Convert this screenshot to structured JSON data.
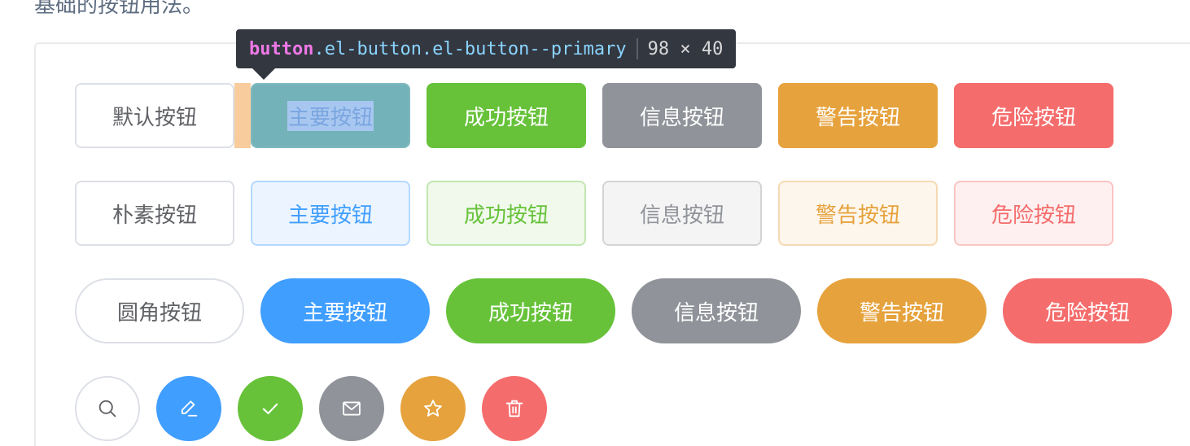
{
  "intro_text": "基础的按钮用法。",
  "tooltip": {
    "tag": "button",
    "classes": ".el-button.el-button--primary",
    "dimensions": "98 × 40"
  },
  "rows": {
    "basic": [
      "默认按钮",
      "主要按钮",
      "成功按钮",
      "信息按钮",
      "警告按钮",
      "危险按钮"
    ],
    "plain": [
      "朴素按钮",
      "主要按钮",
      "成功按钮",
      "信息按钮",
      "警告按钮",
      "危险按钮"
    ],
    "round": [
      "圆角按钮",
      "主要按钮",
      "成功按钮",
      "信息按钮",
      "警告按钮",
      "危险按钮"
    ]
  },
  "circle_icons": [
    "search-icon",
    "edit-icon",
    "check-icon",
    "message-icon",
    "star-icon",
    "delete-icon"
  ],
  "colors": {
    "primary": "#409eff",
    "success": "#67c23a",
    "info": "#909399",
    "warning": "#e6a23c",
    "danger": "#f56c6c",
    "default_border": "#dcdfe6",
    "default_text": "#606266"
  }
}
